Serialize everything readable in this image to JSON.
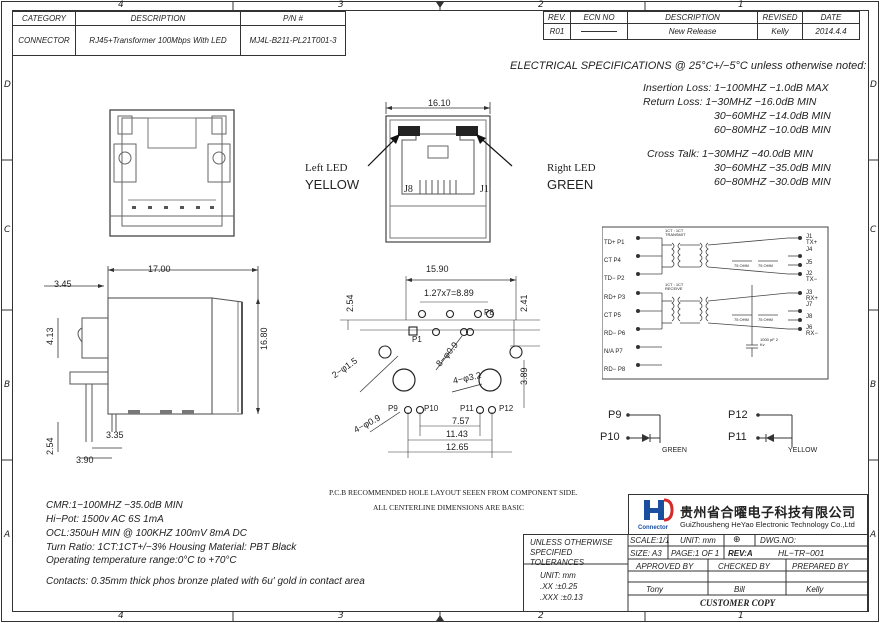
{
  "border_markers": {
    "top_numbers": [
      "4",
      "3",
      "2",
      "1"
    ],
    "bottom_numbers": [
      "4",
      "3",
      "2",
      "1"
    ],
    "side_letters": [
      "D",
      "C",
      "B",
      "A"
    ]
  },
  "part_table": {
    "headers": [
      "CATEGORY",
      "DESCRIPTION",
      "P/N #"
    ],
    "row": [
      "CONNECTOR",
      "RJ45+Transformer 100Mbps With LED",
      "MJ4L-B211-PL21T001-3"
    ]
  },
  "revision_table": {
    "headers": [
      "REV.",
      "ECN NO",
      "DESCRIPTION",
      "REVISED",
      "DATE"
    ],
    "row": [
      "R01",
      "",
      "New Release",
      "Kelly",
      "2014.4.4"
    ]
  },
  "electrical": {
    "heading": "ELECTRICAL SPECIFICATIONS @ 25°C+/−5°C unless otherwise noted:",
    "lines": [
      "Insertion Loss: 1−100MHZ     −1.0dB MAX",
      "Return Loss:  1−30MHZ        −16.0dB MIN",
      "30−60MHZ    −14.0dB MIN",
      "60−80MHZ    −10.0dB MIN",
      "Cross Talk:  1−30MHZ        −40.0dB MIN",
      "30−60MHZ    −35.0dB MIN",
      "60−80MHZ    −30.0dB MIN"
    ]
  },
  "front_view": {
    "width_dim": "16.10",
    "left_led_label": "Left LED",
    "left_led_color": "YELLOW",
    "right_led_label": "Right LED",
    "right_led_color": "GREEN",
    "j8": "J8",
    "j1": "J1"
  },
  "side_view": {
    "length_dim": "17.00",
    "height_dim": "16.80",
    "dims": [
      "3.45",
      "4.13",
      "2.54",
      "3.35",
      "3.90"
    ]
  },
  "pcb_layout": {
    "width_dim": "15.90",
    "pitch_dim": "1.27x7=8.89",
    "dim_254": "2.54",
    "dim_241": "2.41",
    "dim_389": "3.89",
    "hole_small": "2−φ1.5",
    "hole_pin": "8−φ0.9",
    "hole_big": "4−φ3.2",
    "hole_led": "4−φ0.9",
    "p1": "P1",
    "p8": "P8",
    "p9": "P9",
    "p10": "P10",
    "p11": "P11",
    "p12": "P12",
    "dim_757": "7.57",
    "dim_1143": "11.43",
    "dim_1265": "12.65",
    "note1": "P.C.B RECOMMENDED HOLE LAYOUT SEEEN FROM COMPONENT SIDE.",
    "note2": "ALL CENTERLINE DIMENSIONS ARE BASIC"
  },
  "schematic": {
    "left_pins": [
      "TD+ P1",
      "CT P4",
      "TD− P2",
      "RD+ P3",
      "CT P5",
      "RD− P6",
      "N/A P7",
      "RD− P8"
    ],
    "right_pins": [
      "J1 TX+",
      "J4",
      "J5",
      "J2 TX−",
      "J3 RX+",
      "J7",
      "J8",
      "J6 RX−"
    ],
    "transmit_label": "1CT : 1CT TRANSMIT",
    "receive_label": "1CT : 1CT RECEIVE",
    "resistor_label": "75 OHM",
    "cap_label": "1000 pF 2 Kv"
  },
  "led_schematic": {
    "green": {
      "top": "P9",
      "bottom": "P10",
      "color": "GREEN"
    },
    "yellow": {
      "top": "P12",
      "bottom": "P11",
      "color": "YELLOW"
    }
  },
  "notes": [
    "CMR:1−100MHZ   −35.0dB MIN",
    "Hi−Pot:   1500v AC 6S 1mA",
    "OCL:350uH MIN @ 100KHZ 100mV 8mA DC",
    "Turn Ratio: 1CT:1CT+/−3%    Housing Material: PBT Black",
    "Operating temperature range:0°C to +70°C"
  ],
  "contacts_note": "Contacts: 0.35mm thick phos bronze plated with 6u' gold in contact area",
  "company": {
    "name_cn": "贵州省合曜电子科技有限公司",
    "name_en": "GuiZhousheng HeYao Electronic Technology Co.,Ltd",
    "logo_text": "Connector",
    "logo_color": "#1a4fa0",
    "logo_accent": "#d42a2a"
  },
  "title_block": {
    "tolerance_title": "UNLESS OTHERWISE SPECIFIED TOLERANCES",
    "unit": "UNIT:  mm",
    "tol_xx": ".XX    :±0.25",
    "tol_xxx": ".XXX  :±0.13",
    "scale": "SCALE:1/1",
    "unit2": "UNIT:  mm",
    "dwg_label": "DWG.NO:",
    "dwg_no": "HL−TR−001",
    "size": "SIZE: A3",
    "page": "PAGE:1 OF 1",
    "rev": "REV:A",
    "approved_by": "APPROVED BY",
    "checked_by": "CHECKED BY",
    "prepared_by": "PREPARED BY",
    "approved_name": "Tony",
    "checked_name": "Bill",
    "prepared_name": "Kelly",
    "customer_copy": "CUSTOMER COPY"
  }
}
